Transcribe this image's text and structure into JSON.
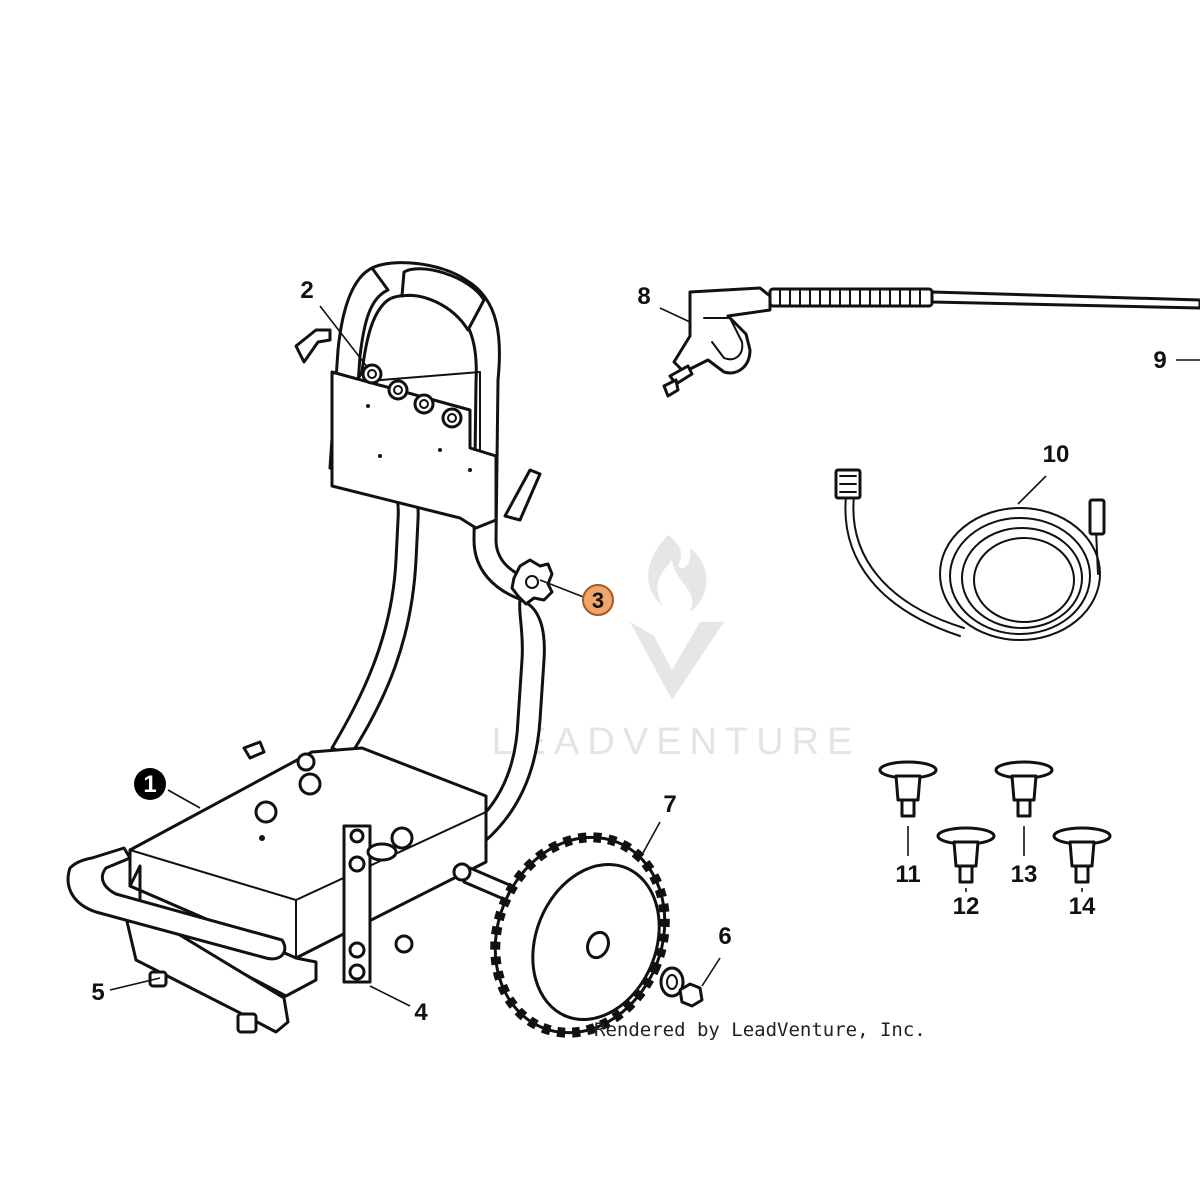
{
  "diagram": {
    "callouts": {
      "c1": "1",
      "c2": "2",
      "c3": "3",
      "c4": "4",
      "c5": "5",
      "c6": "6",
      "c7": "7",
      "c8": "8",
      "c9": "9",
      "c10": "10",
      "c11": "11",
      "c12": "12",
      "c13": "13",
      "c14": "14"
    },
    "watermark": "LEADVENTURE",
    "credit": "Rendered by LeadVenture, Inc.",
    "colors": {
      "highlight_fill": "#f0a56c",
      "highlight_stroke": "#a35a20",
      "selected_fill": "#000000",
      "watermark": "#e4e4e4"
    }
  }
}
